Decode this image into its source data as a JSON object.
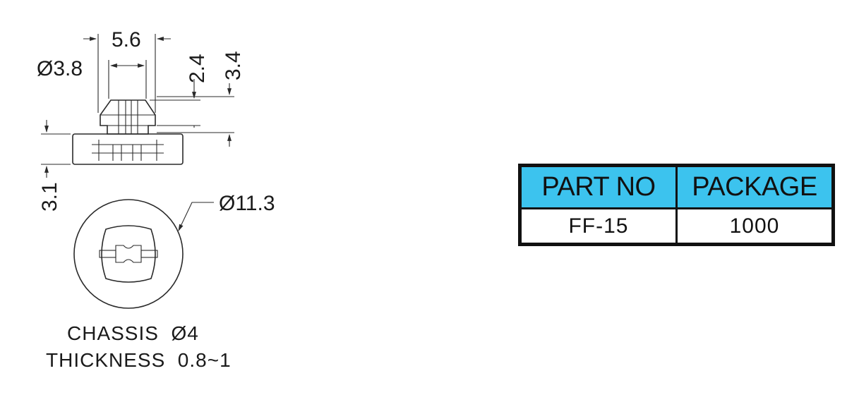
{
  "drawing": {
    "dimensions": {
      "width_top": "5.6",
      "head_diameter": "Ø3.8",
      "height_inner": "2.4",
      "height_outer": "3.4",
      "base_height": "3.1",
      "base_diameter": "Ø11.3"
    },
    "notes": {
      "chassis": "CHASSIS  Ø4",
      "thickness": "THICKNESS  0.8~1"
    }
  },
  "table": {
    "header_color": "#3cc3ee",
    "headers": [
      "PART NO",
      "PACKAGE"
    ],
    "rows": [
      [
        "FF-15",
        "1000"
      ]
    ]
  }
}
